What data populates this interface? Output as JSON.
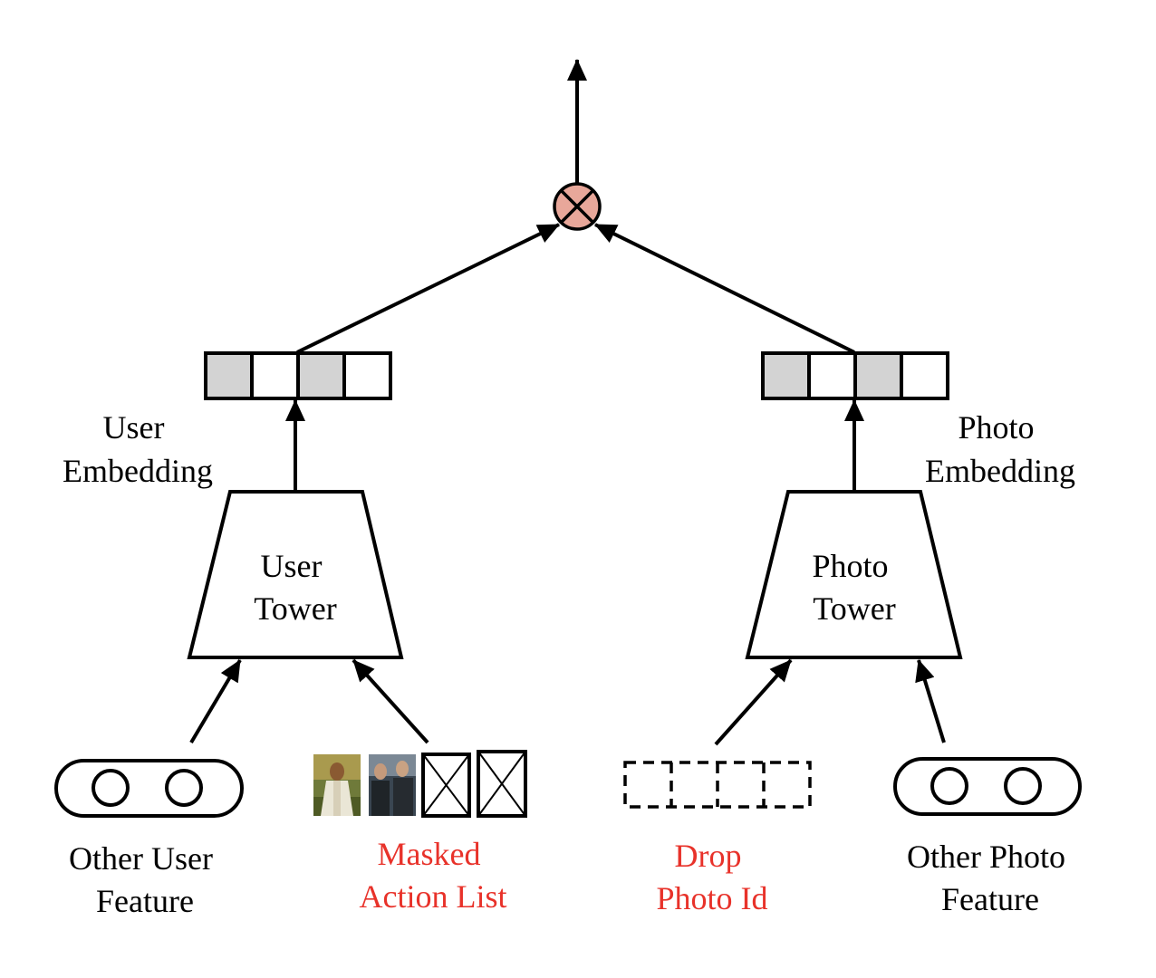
{
  "labels": {
    "user_embedding": [
      "User",
      "Embedding"
    ],
    "photo_embedding": [
      "Photo",
      "Embedding"
    ],
    "user_tower": [
      "User",
      "Tower"
    ],
    "photo_tower": [
      "Photo",
      "Tower"
    ],
    "other_user_feature": [
      "Other User",
      "Feature"
    ],
    "masked_action_list": [
      "Masked",
      "Action List"
    ],
    "drop_photo_id": [
      "Drop",
      "Photo Id"
    ],
    "other_photo_feature": [
      "Other Photo",
      "Feature"
    ]
  },
  "colors": {
    "line": "#000000",
    "embedding_filled": "#d3d3d3",
    "product_node": "#e8a79a",
    "highlight_text": "#e8322a"
  },
  "icons": {
    "product_node": "circled-times-icon",
    "masked_item": "crossed-box-icon"
  }
}
